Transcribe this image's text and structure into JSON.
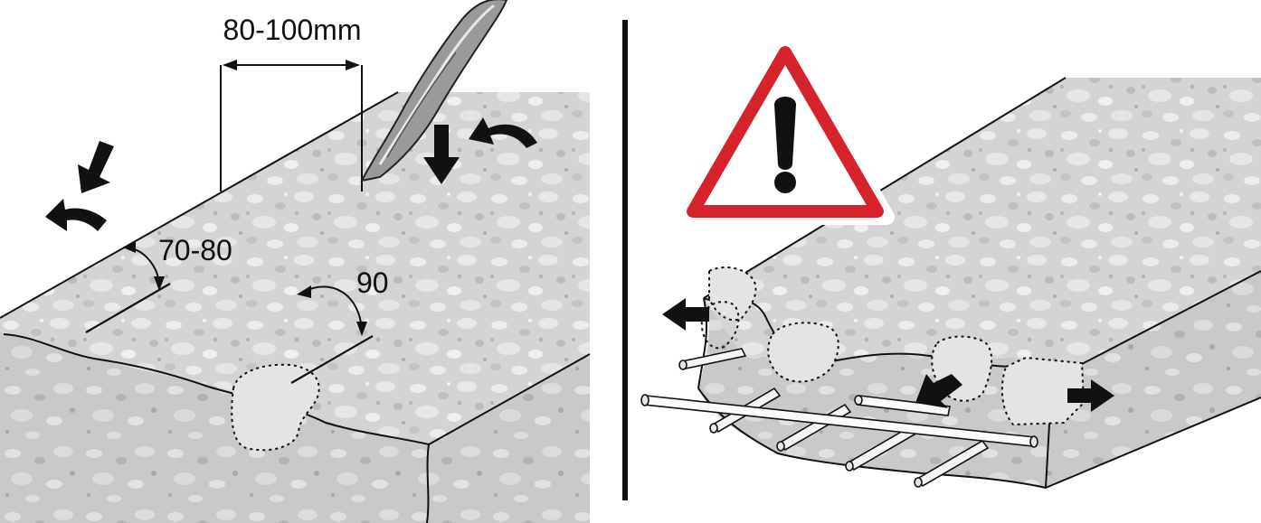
{
  "left_panel": {
    "width_dimension": "80-100mm",
    "angle_edge": "70-80",
    "angle_interior": "90"
  },
  "right_panel": {
    "warning_symbol": "warning-triangle-icon",
    "warning_mark": "!"
  },
  "colors": {
    "concrete_fill": "#d2d2d2",
    "concrete_top": "#dadada",
    "pebble_light": "#ececec",
    "pebble_mid": "#c2c2c2",
    "warning_red": "#d6222a",
    "ink": "#111111"
  },
  "icons": [
    "chisel-icon",
    "arrow-down-icon",
    "arrow-curved-icon",
    "arrow-left-icon",
    "arrow-right-icon",
    "rebar-icon"
  ]
}
